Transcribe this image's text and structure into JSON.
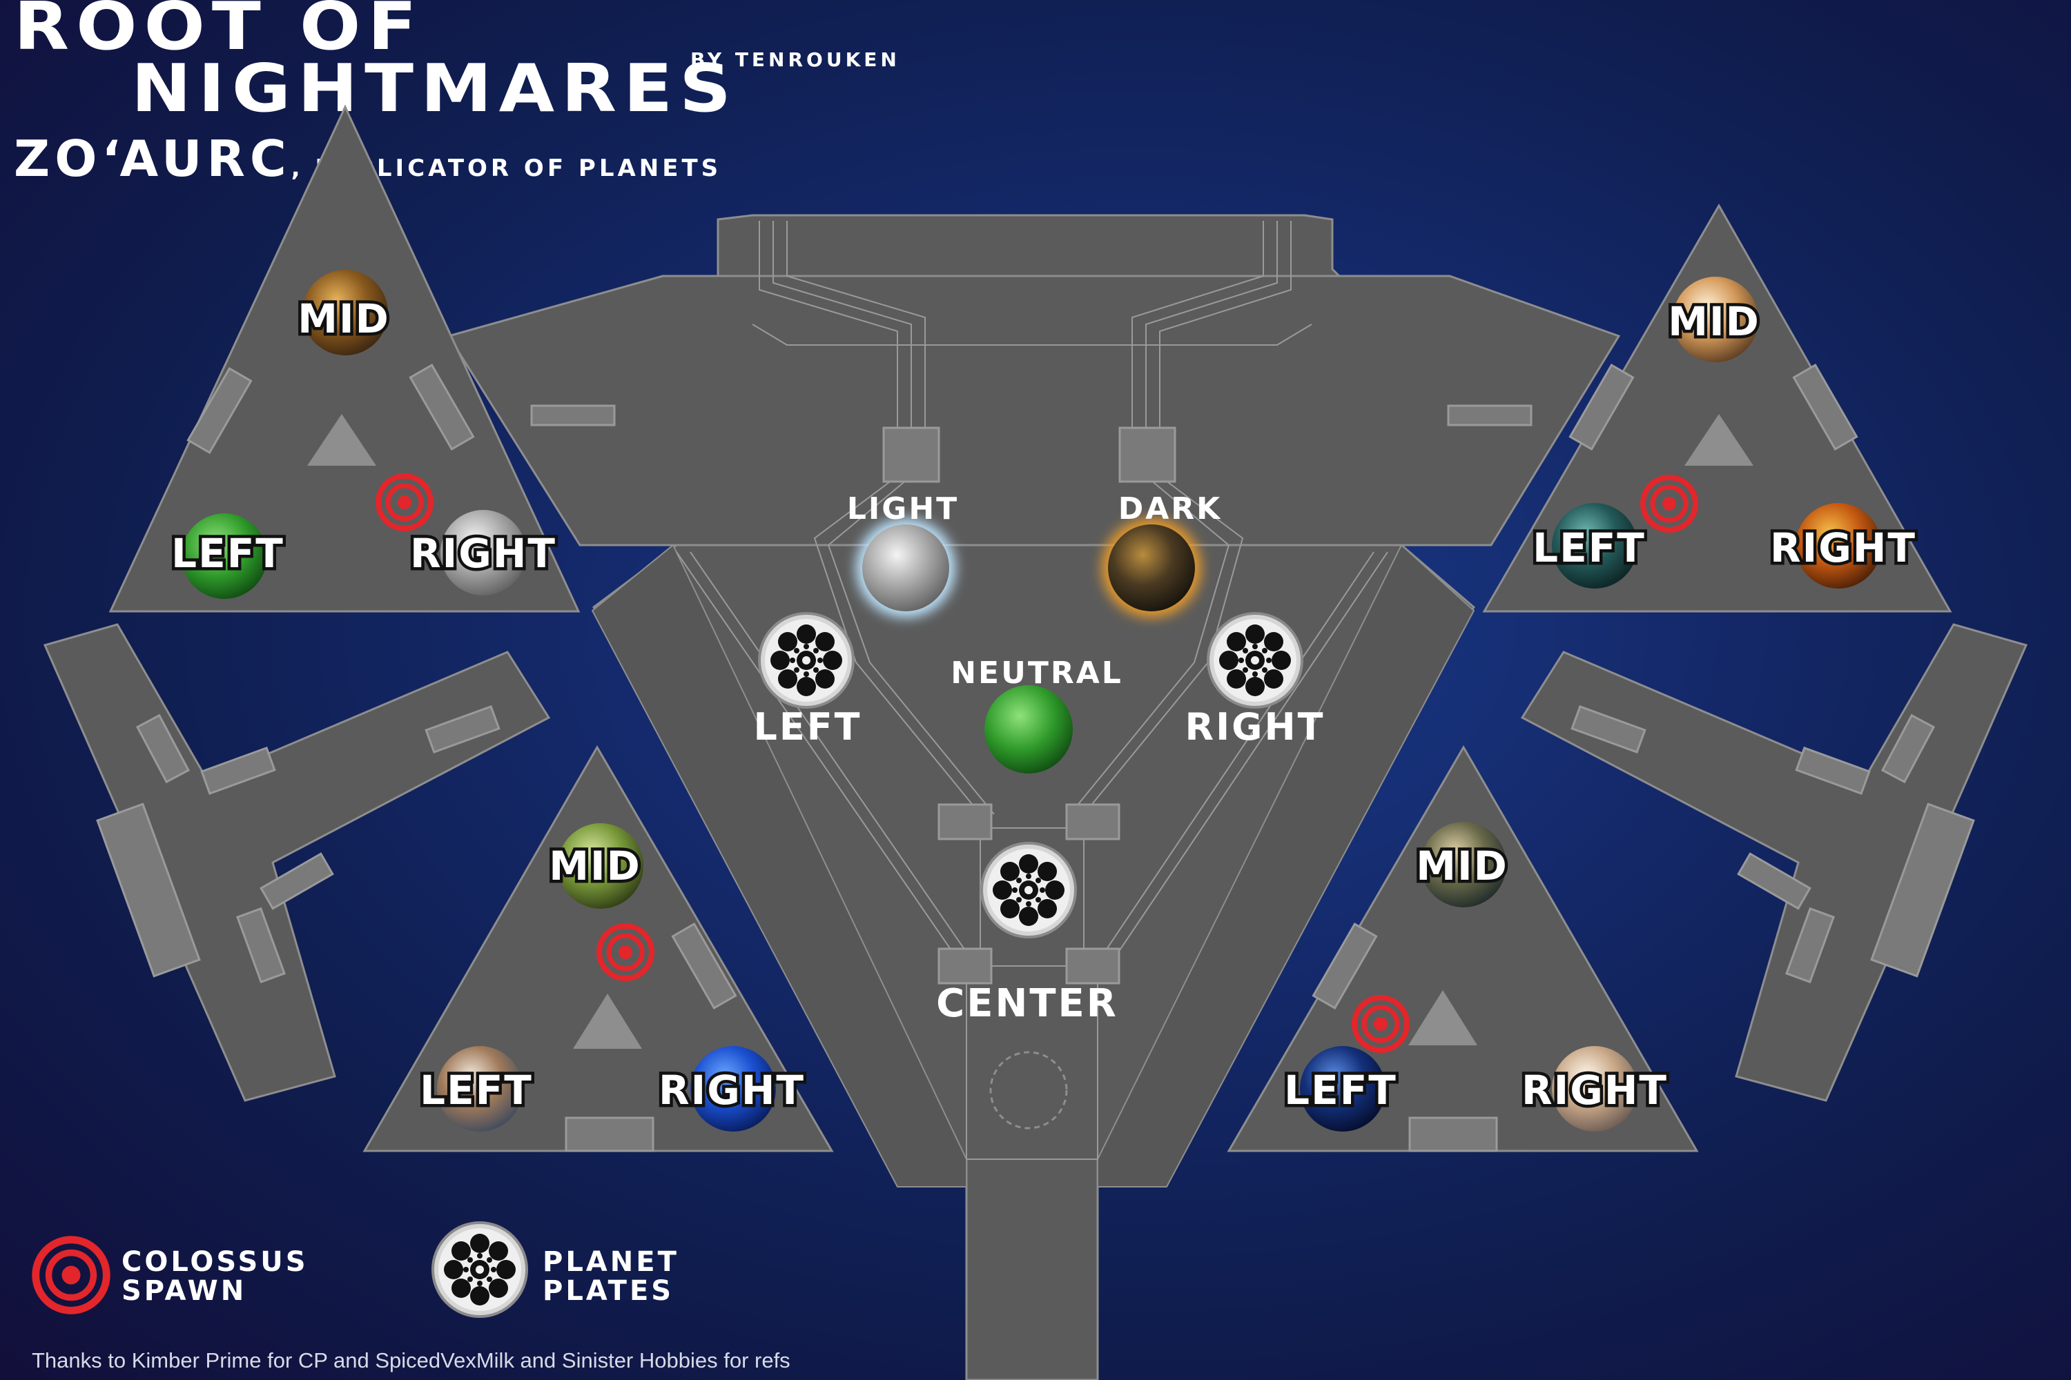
{
  "title": {
    "line1": "ROOT OF",
    "line2": "NIGHTMARES",
    "author": "BY TENROUKEN",
    "boss": "ZO‘AURC",
    "boss_suffix": ", EXPLICATOR OF PLANETS"
  },
  "center_labels": {
    "light": "LIGHT",
    "dark": "DARK",
    "neutral": "NEUTRAL",
    "left": "LEFT",
    "right": "RIGHT",
    "center": "CENTER"
  },
  "islands": {
    "top_left": {
      "mid": "MID",
      "left": "LEFT",
      "right": "RIGHT"
    },
    "top_right": {
      "mid": "MID",
      "left": "LEFT",
      "right": "RIGHT"
    },
    "bottom_left": {
      "mid": "MID",
      "left": "LEFT",
      "right": "RIGHT"
    },
    "bottom_right": {
      "mid": "MID",
      "left": "LEFT",
      "right": "RIGHT"
    }
  },
  "legend": {
    "colossus_line1": "COLOSSUS",
    "colossus_line2": "SPAWN",
    "plates_line1": "PLANET",
    "plates_line2": "PLATES"
  },
  "credits": "Thanks to Kimber Prime for CP and SpicedVexMilk and Sinister Hobbies for refs",
  "colors": {
    "background": "#14296a",
    "floor": "#5b5b5b",
    "floor_light": "#8e8e8e",
    "spawn_marker": "#e3262b",
    "light_glow": "#bfe6ff",
    "dark_glow": "#e79a2a"
  },
  "icons": [
    "colossus-spawn-icon",
    "planet-plate-icon",
    "planet-icon",
    "triangle-marker-icon"
  ]
}
